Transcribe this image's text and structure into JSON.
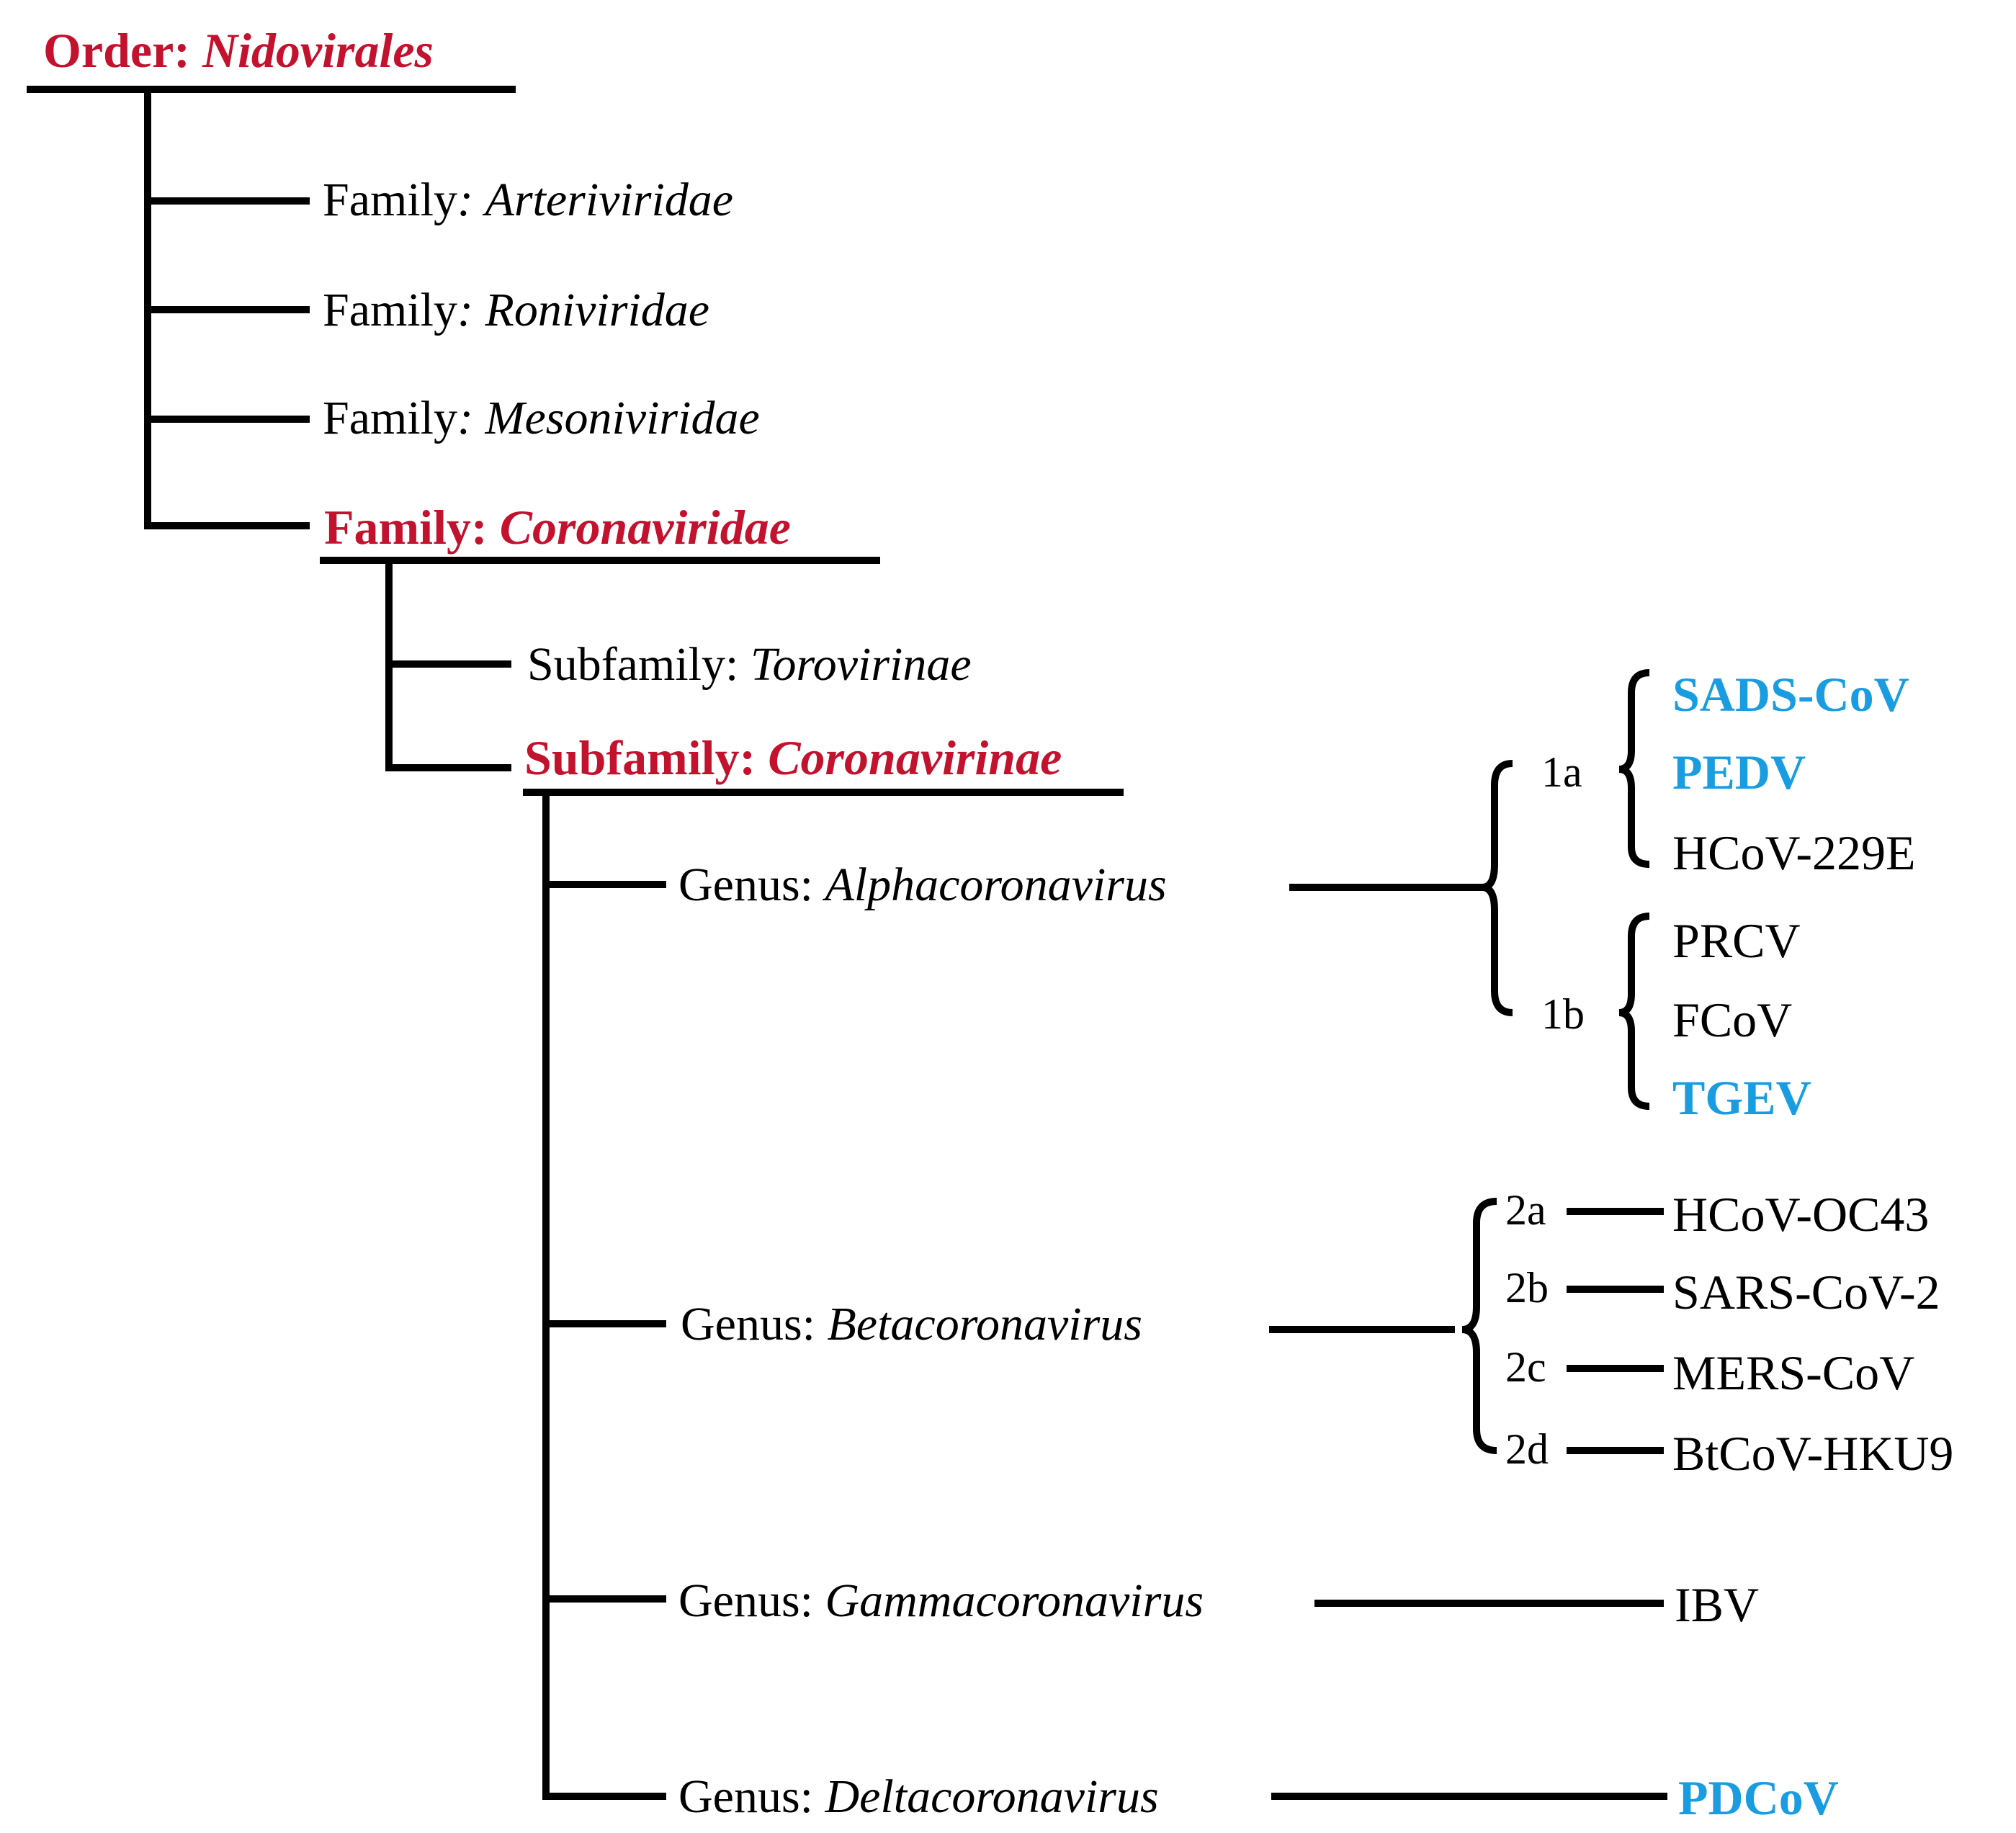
{
  "colors": {
    "lines": "#000000",
    "highlight_taxon": "#c3122e",
    "highlight_virus": "#1a9de0",
    "text": "#000000"
  },
  "order": {
    "rank": "Order:",
    "name": "Nidovirales"
  },
  "families": [
    {
      "rank": "Family",
      "sep": ":",
      "name": "Arteriviridae"
    },
    {
      "rank": "Family",
      "sep": ":",
      "name": "Roniviridae"
    },
    {
      "rank": "Family",
      "sep": ":",
      "name": "Mesoniviridae"
    }
  ],
  "family_highlight": {
    "rank": "Family:",
    "name": "Coronaviridae"
  },
  "subfamily": {
    "rank": "Subfamily:",
    "name": "Torovirinae"
  },
  "subfamily_highlight": {
    "rank": "Subfamily:",
    "name": "Coronavirinae"
  },
  "genera": [
    {
      "rank": "Genus:",
      "name": "Alphacoronavirus"
    },
    {
      "rank": "Genus:",
      "name": "Betacoronavirus"
    },
    {
      "rank": "Genus:",
      "name": "Gammacoronavirus"
    },
    {
      "rank": "Genus:",
      "name": "Deltacoronavirus"
    }
  ],
  "alpha_groups": [
    {
      "label": "1a",
      "viruses": [
        {
          "name": "SADS-CoV",
          "highlight": true
        },
        {
          "name": "PEDV",
          "highlight": true
        },
        {
          "name": "HCoV-229E",
          "highlight": false
        }
      ]
    },
    {
      "label": "1b",
      "viruses": [
        {
          "name": "PRCV",
          "highlight": false
        },
        {
          "name": "FCoV",
          "highlight": false
        },
        {
          "name": "TGEV",
          "highlight": true
        }
      ]
    }
  ],
  "beta_groups": [
    {
      "label": "2a",
      "virus": "HCoV-OC43"
    },
    {
      "label": "2b",
      "virus": "SARS-CoV-2"
    },
    {
      "label": "2c",
      "virus": "MERS-CoV"
    },
    {
      "label": "2d",
      "virus": "BtCoV-HKU9"
    }
  ],
  "gamma_virus": {
    "name": "IBV",
    "highlight": false
  },
  "delta_virus": {
    "name": "PDCoV",
    "highlight": true
  }
}
